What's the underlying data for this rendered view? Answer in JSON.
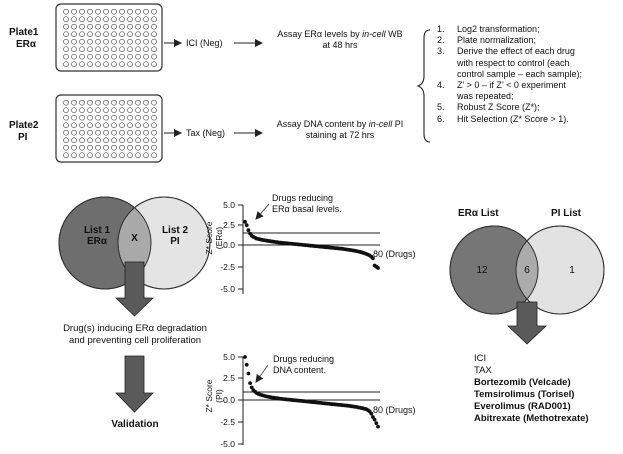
{
  "plates": [
    {
      "name": "Plate1",
      "marker": "ERα",
      "control": "ICI (Neg)",
      "assay_pre": "Assay ERα levels by ",
      "assay_method": "in-cell",
      "assay_post": " WB",
      "assay_line2": "at 48 hrs"
    },
    {
      "name": "Plate2",
      "marker": "PI",
      "control": "Tax (Neg)",
      "assay_pre": "Assay DNA content by ",
      "assay_method": "in-cell",
      "assay_post": " PI",
      "assay_line2": "staining at 72 hrs"
    }
  ],
  "steps": [
    {
      "num": "1.",
      "lines": [
        "Log2 transformation;"
      ]
    },
    {
      "num": "2.",
      "lines": [
        "Plate normalization;"
      ]
    },
    {
      "num": "3.",
      "lines": [
        "Derive the effect of each drug",
        "with respect to control (each",
        "control sample – each sample);"
      ]
    },
    {
      "num": "4.",
      "lines": [
        "Z’ > 0 – if Z’ < 0 experiment",
        "was repeated;"
      ]
    },
    {
      "num": "5.",
      "lines": [
        "Robust Z Score (Z*);"
      ]
    },
    {
      "num": "6.",
      "lines": [
        "Hit Selection (Z* Score > 1)."
      ]
    }
  ],
  "venn_left": {
    "list1_line1": "List 1",
    "list1_line2": "ERα",
    "list2_line1": "List 2",
    "list2_line2": "PI",
    "intersection": "X"
  },
  "flow": {
    "outcome_line1": "Drug(s) inducing ERα degradation",
    "outcome_line2": "and preventing cell proliferation",
    "validation": "Validation"
  },
  "venn_right": {
    "list1_label": "ERα List",
    "list2_label": "PI List",
    "only1": "12",
    "both": "6",
    "only2": "1"
  },
  "hits": [
    {
      "text": "ICI",
      "bold": false
    },
    {
      "text": "TAX",
      "bold": false
    },
    {
      "text": "Bortezomib (Velcade)",
      "bold": true
    },
    {
      "text": "Temsirolimus (Torisel)",
      "bold": true
    },
    {
      "text": "Everolimus (RAD001)",
      "bold": true
    },
    {
      "text": "Abitrexate (Methotrexate)",
      "bold": true
    }
  ],
  "chart_data": [
    {
      "type": "scatter",
      "annotation_line1": "Drugs reducing",
      "annotation_line2": "ERα basal levels.",
      "ylabel_line1": "Z* Score",
      "ylabel_line2": "(ERα)",
      "xlabel": "80 (Drugs)",
      "yticks": [
        "5.0",
        "2.5",
        "0.0",
        "-2.5",
        "-5.0"
      ],
      "ylim": [
        -5,
        5
      ],
      "xlim": [
        1,
        80
      ],
      "threshold": 1,
      "x": [
        1,
        2,
        3,
        4,
        5,
        6,
        7,
        8,
        9,
        10,
        11,
        12,
        13,
        14,
        15,
        16,
        17,
        18,
        19,
        20,
        21,
        22,
        23,
        24,
        25,
        26,
        27,
        28,
        29,
        30,
        31,
        32,
        33,
        34,
        35,
        36,
        37,
        38,
        39,
        40,
        41,
        42,
        43,
        44,
        45,
        46,
        47,
        48,
        49,
        50,
        51,
        52,
        53,
        54,
        55,
        56,
        57,
        58,
        59,
        60,
        61,
        62,
        63,
        64,
        65,
        66,
        67,
        68,
        69,
        70,
        71,
        72,
        73,
        74,
        75,
        76,
        77,
        78,
        79,
        80
      ],
      "y": [
        3.0,
        2.6,
        2.0,
        1.6,
        1.35,
        1.2,
        1.1,
        1.0,
        0.95,
        0.9,
        0.86,
        0.82,
        0.78,
        0.75,
        0.72,
        0.69,
        0.66,
        0.63,
        0.6,
        0.57,
        0.54,
        0.52,
        0.5,
        0.48,
        0.46,
        0.44,
        0.42,
        0.4,
        0.38,
        0.36,
        0.34,
        0.32,
        0.3,
        0.28,
        0.26,
        0.24,
        0.22,
        0.2,
        0.18,
        0.16,
        0.14,
        0.12,
        0.1,
        0.08,
        0.06,
        0.04,
        0.02,
        0.0,
        -0.02,
        -0.04,
        -0.06,
        -0.08,
        -0.1,
        -0.12,
        -0.14,
        -0.16,
        -0.18,
        -0.2,
        -0.22,
        -0.25,
        -0.28,
        -0.31,
        -0.34,
        -0.37,
        -0.4,
        -0.44,
        -0.48,
        -0.52,
        -0.57,
        -0.62,
        -0.68,
        -0.75,
        -0.82,
        -0.9,
        -1.0,
        -1.15,
        -1.35,
        -2.2,
        -2.35,
        -2.5
      ]
    },
    {
      "type": "scatter",
      "annotation_line1": "Drugs reducing",
      "annotation_line2": "DNA content.",
      "ylabel_line1": "Z* Score",
      "ylabel_line2": "(PI)",
      "xlabel": "80 (Drugs)",
      "yticks": [
        "5.0",
        "2.5",
        "0.0",
        "-2.5",
        "-5.0"
      ],
      "ylim": [
        -5,
        5
      ],
      "xlim": [
        1,
        80
      ],
      "threshold": 1,
      "x": [
        1,
        2,
        3,
        4,
        5,
        6,
        7,
        8,
        9,
        10,
        11,
        12,
        13,
        14,
        15,
        16,
        17,
        18,
        19,
        20,
        21,
        22,
        23,
        24,
        25,
        26,
        27,
        28,
        29,
        30,
        31,
        32,
        33,
        34,
        35,
        36,
        37,
        38,
        39,
        40,
        41,
        42,
        43,
        44,
        45,
        46,
        47,
        48,
        49,
        50,
        51,
        52,
        53,
        54,
        55,
        56,
        57,
        58,
        59,
        60,
        61,
        62,
        63,
        64,
        65,
        66,
        67,
        68,
        69,
        70,
        71,
        72,
        73,
        74,
        75,
        76,
        77,
        78,
        79,
        80
      ],
      "y": [
        5.0,
        4.1,
        3.1,
        2.0,
        1.5,
        1.2,
        1.0,
        0.85,
        0.75,
        0.68,
        0.62,
        0.56,
        0.5,
        0.46,
        0.42,
        0.38,
        0.35,
        0.32,
        0.29,
        0.26,
        0.23,
        0.2,
        0.18,
        0.16,
        0.14,
        0.12,
        0.1,
        0.08,
        0.06,
        0.04,
        0.02,
        0.0,
        -0.02,
        -0.04,
        -0.06,
        -0.08,
        -0.1,
        -0.12,
        -0.14,
        -0.16,
        -0.18,
        -0.2,
        -0.22,
        -0.24,
        -0.26,
        -0.28,
        -0.3,
        -0.32,
        -0.34,
        -0.36,
        -0.38,
        -0.4,
        -0.42,
        -0.44,
        -0.46,
        -0.48,
        -0.5,
        -0.52,
        -0.54,
        -0.56,
        -0.58,
        -0.6,
        -0.62,
        -0.65,
        -0.68,
        -0.71,
        -0.74,
        -0.78,
        -0.82,
        -0.86,
        -0.9,
        -0.95,
        -1.0,
        -1.1,
        -1.25,
        -1.5,
        -1.9,
        -2.2,
        -2.6,
        -3.0
      ]
    }
  ]
}
